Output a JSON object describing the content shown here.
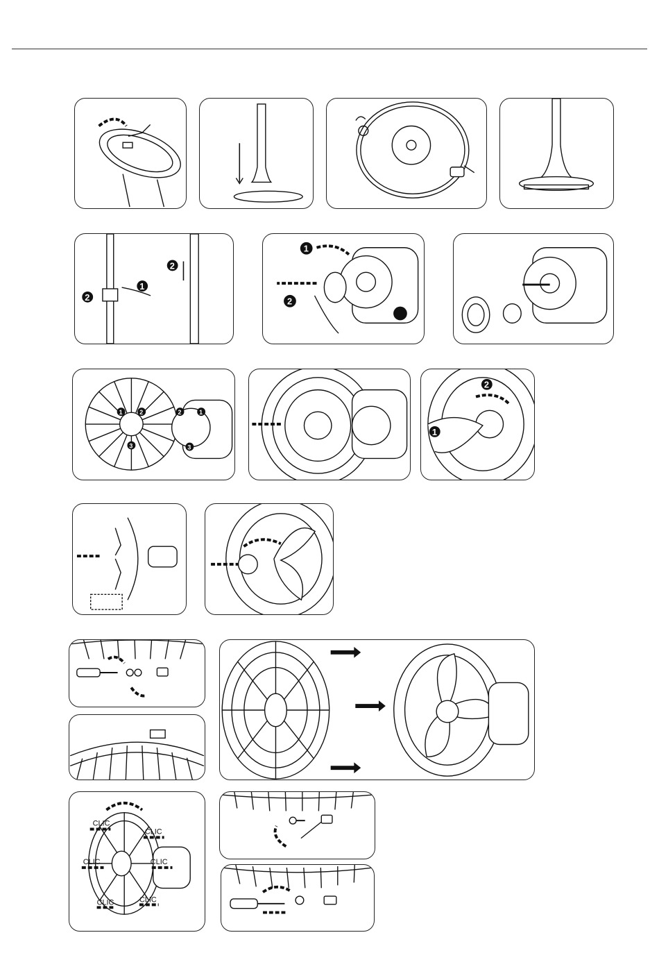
{
  "labels": {
    "step_1": "1",
    "step_2": "2",
    "step_3": "3",
    "clic": "CLIC"
  },
  "figures": [
    {
      "name": "base-screw-turn"
    },
    {
      "name": "pole-insert-base"
    },
    {
      "name": "base-underside-screw"
    },
    {
      "name": "assembled-base"
    },
    {
      "name": "pole-height-adjust"
    },
    {
      "name": "motor-nut-removal"
    },
    {
      "name": "motor-parts-removed"
    },
    {
      "name": "rear-grill-alignment"
    },
    {
      "name": "rear-grill-mount"
    },
    {
      "name": "rear-grill-nut-tighten"
    },
    {
      "name": "blade-side-view"
    },
    {
      "name": "blade-cap-tighten"
    },
    {
      "name": "grill-screw-detail"
    },
    {
      "name": "grill-clip-detail"
    },
    {
      "name": "front-grill-attach"
    },
    {
      "name": "grill-clic-assembly"
    },
    {
      "name": "grill-screw-loosen"
    },
    {
      "name": "grill-screw-tighten"
    }
  ]
}
